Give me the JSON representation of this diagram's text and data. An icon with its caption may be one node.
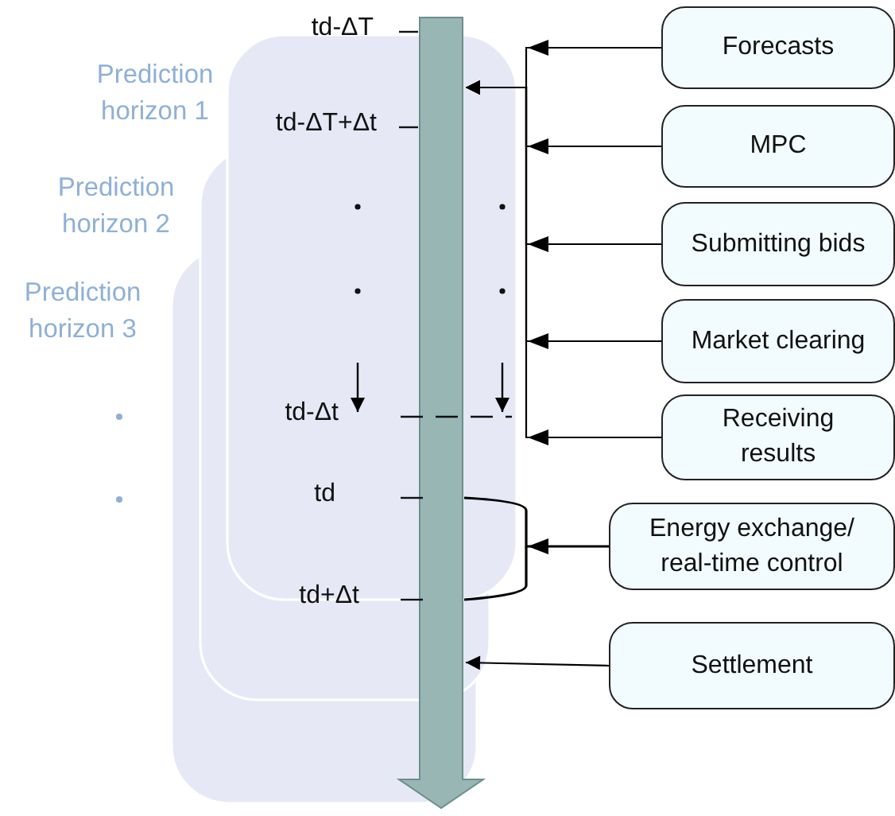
{
  "diagram": {
    "nodes": [
      {
        "text": [],
        "shape": "bar"
      },
      {
        "text": [
          "Forecasts"
        ]
      },
      {
        "text": [
          "MPC"
        ]
      },
      {
        "text": [
          "Submitting bids"
        ]
      },
      {
        "text": [
          "Market clearing"
        ]
      },
      {
        "text": [
          "Receiving results"
        ]
      },
      {
        "text": [
          "Energy exchange/ real-time control"
        ]
      },
      {
        "text": [
          "Settlement"
        ]
      }
    ],
    "edges": [
      {
        "from": 1,
        "to": 0,
        "arrow": "to"
      },
      {
        "from": 2,
        "to": 0,
        "arrow": "to"
      },
      {
        "from": 3,
        "to": 0,
        "arrow": "to"
      },
      {
        "from": 4,
        "to": 0,
        "arrow": "to"
      },
      {
        "from": 5,
        "to": 0,
        "arrow": "to"
      },
      {
        "from": 6,
        "to": 0,
        "arrow": "to"
      },
      {
        "from": 7,
        "to": 0,
        "arrow": "to"
      }
    ],
    "labels": [
      "td-ΔT",
      "Prediction horizon 1",
      "td-ΔT+Δt",
      "Prediction horizon 2",
      "Prediction horizon 3",
      "td-Δt",
      "td",
      "td+Δt"
    ]
  }
}
